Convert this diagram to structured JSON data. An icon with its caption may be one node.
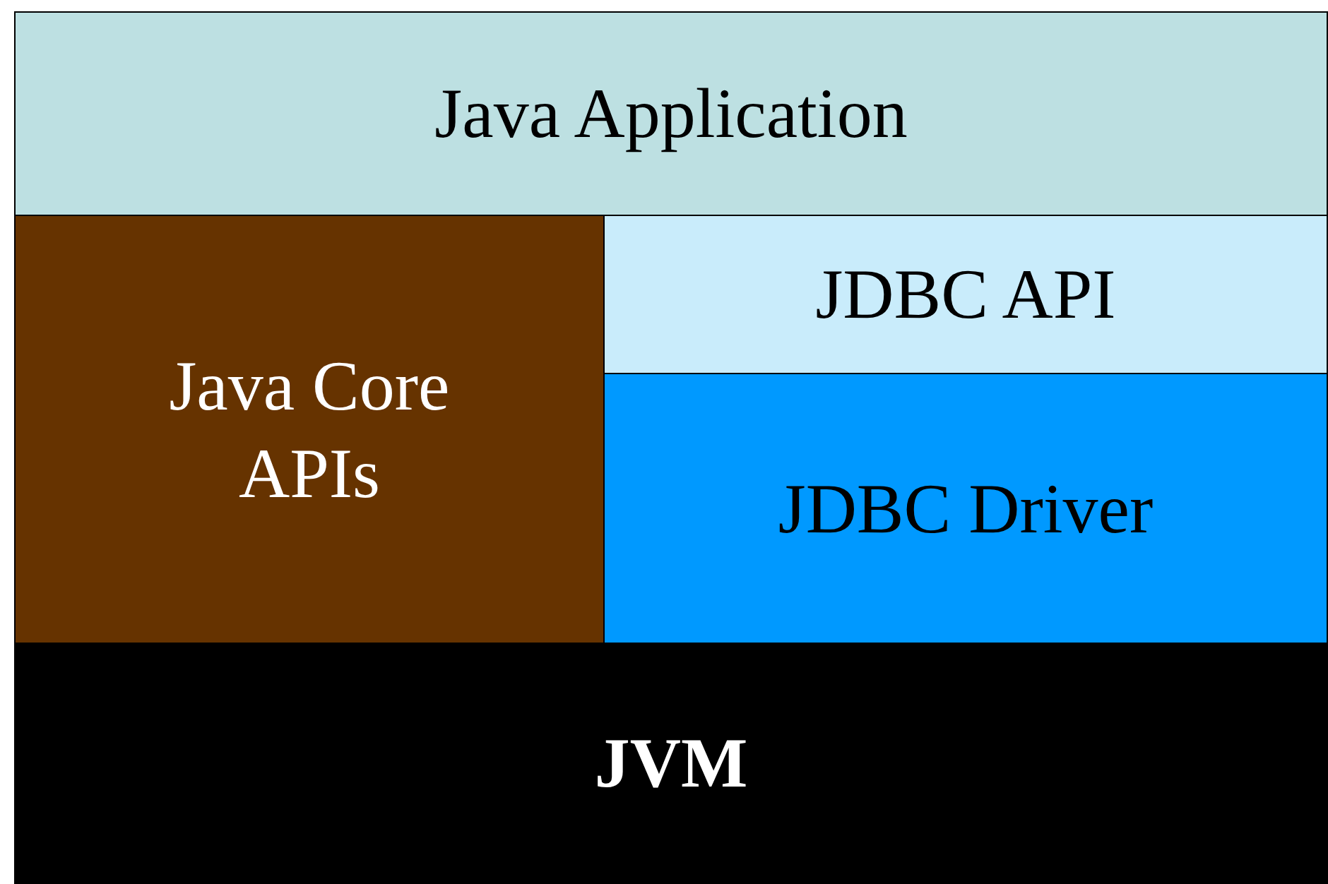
{
  "diagram": {
    "nodes": [
      {
        "text": [
          "Java Application"
        ]
      },
      {
        "text": [
          "Java Core APIs"
        ]
      },
      {
        "text": [
          "JDBC API"
        ]
      },
      {
        "text": [
          "JDBC Driver"
        ]
      },
      {
        "text": [
          "JVM"
        ]
      }
    ]
  }
}
